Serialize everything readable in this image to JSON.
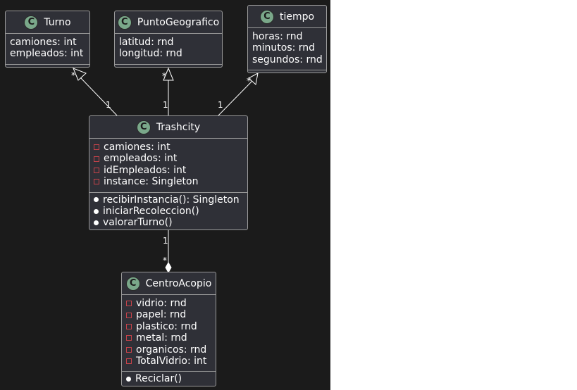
{
  "classes": {
    "turno": {
      "name": "Turno",
      "badge": "C",
      "fields": [
        "camiones: int",
        "empleados: int"
      ],
      "methods": []
    },
    "punto": {
      "name": "PuntoGeografico",
      "badge": "C",
      "fields": [
        "latitud: rnd",
        "longitud: rnd"
      ],
      "methods": []
    },
    "tiempo": {
      "name": "tiempo",
      "badge": "C",
      "fields": [
        "horas: rnd",
        "minutos: rnd",
        "segundos: rnd"
      ],
      "methods": []
    },
    "trashcity": {
      "name": "Trashcity",
      "badge": "C",
      "fields": [
        "camiones: int",
        "empleados: int",
        "idEmpleados: int",
        "instance: Singleton"
      ],
      "methods": [
        "recibirInstancia(): Singleton",
        "iniciarRecoleccion()",
        "valorarTurno()"
      ]
    },
    "centro": {
      "name": "CentroAcopio",
      "badge": "C",
      "fields": [
        "vidrio: rnd",
        "papel: rnd",
        "plastico: rnd",
        "metal: rnd",
        "organicos: rnd",
        "TotalVidrio: int"
      ],
      "methods": [
        "Reciclar()"
      ]
    }
  },
  "multiplicities": {
    "turno_star": "*",
    "turno_one": "1",
    "punto_star": "*",
    "punto_one": "1",
    "tiempo_star": "*",
    "tiempo_one": "1",
    "centro_one": "1",
    "centro_star": "*"
  },
  "colors": {
    "canvas": "#1b1b1b",
    "class_fill": "#2f3037",
    "border": "#9a9a9a",
    "badge": "#7aa88a",
    "private_marker": "#c8434a",
    "line": "#ffffff"
  }
}
